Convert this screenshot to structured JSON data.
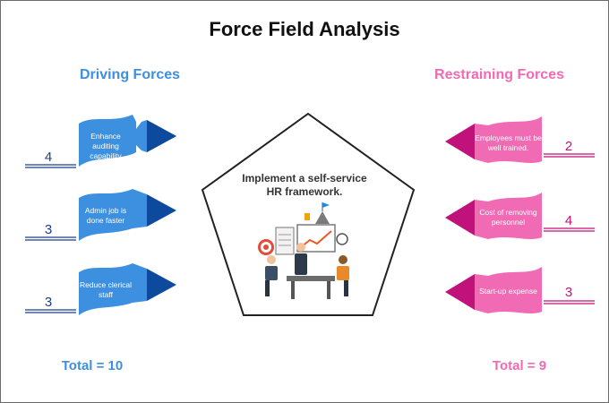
{
  "title": "Force Field Analysis",
  "driving": {
    "heading": "Driving Forces",
    "total": "Total = 10",
    "forces": [
      {
        "label": "Enhance auditing capability",
        "score": "4"
      },
      {
        "label": "Admin job is done faster",
        "score": "3"
      },
      {
        "label": "Reduce clerical staff",
        "score": "3"
      }
    ]
  },
  "restraining": {
    "heading": "Restraining Forces",
    "total": "Total = 9",
    "forces": [
      {
        "label": "Employees must be well trained.",
        "score": "2"
      },
      {
        "label": "Cost of removing personnel",
        "score": "4"
      },
      {
        "label": "Start-up expense",
        "score": "3"
      }
    ]
  },
  "goal": {
    "text": "Implement a self-service HR framework.",
    "illustration": "team-meeting-illustration"
  },
  "colors": {
    "driving": "#3d8fe0",
    "driving_dark": "#0d4a9e",
    "driving_line": "#1b3f8a",
    "restraining": "#f06bb3",
    "restraining_dark": "#c0127a"
  }
}
